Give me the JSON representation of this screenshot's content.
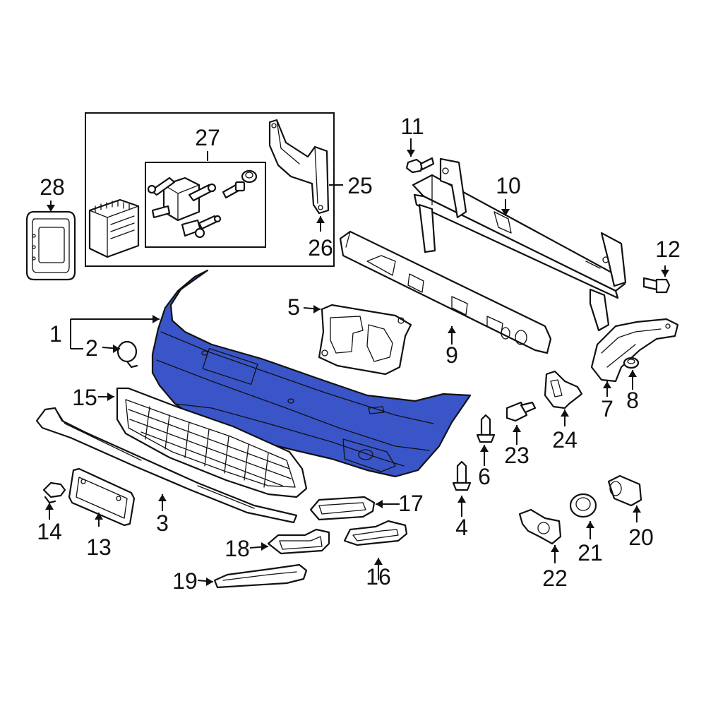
{
  "diagram": {
    "highlight_color": "#3a55c8",
    "line_color": "#111111",
    "callouts": [
      {
        "id": "c1",
        "label": "1"
      },
      {
        "id": "c2",
        "label": "2"
      },
      {
        "id": "c3",
        "label": "3"
      },
      {
        "id": "c4",
        "label": "4"
      },
      {
        "id": "c5",
        "label": "5"
      },
      {
        "id": "c6",
        "label": "6"
      },
      {
        "id": "c7",
        "label": "7"
      },
      {
        "id": "c8",
        "label": "8"
      },
      {
        "id": "c9",
        "label": "9"
      },
      {
        "id": "c10",
        "label": "10"
      },
      {
        "id": "c11",
        "label": "11"
      },
      {
        "id": "c12",
        "label": "12"
      },
      {
        "id": "c13",
        "label": "13"
      },
      {
        "id": "c14",
        "label": "14"
      },
      {
        "id": "c15",
        "label": "15"
      },
      {
        "id": "c16",
        "label": "16"
      },
      {
        "id": "c17",
        "label": "17"
      },
      {
        "id": "c18",
        "label": "18"
      },
      {
        "id": "c19",
        "label": "19"
      },
      {
        "id": "c20",
        "label": "20"
      },
      {
        "id": "c21",
        "label": "21"
      },
      {
        "id": "c22",
        "label": "22"
      },
      {
        "id": "c23",
        "label": "23"
      },
      {
        "id": "c24",
        "label": "24"
      },
      {
        "id": "c25",
        "label": "25"
      },
      {
        "id": "c26",
        "label": "26"
      },
      {
        "id": "c27",
        "label": "27"
      },
      {
        "id": "c28",
        "label": "28"
      }
    ]
  }
}
